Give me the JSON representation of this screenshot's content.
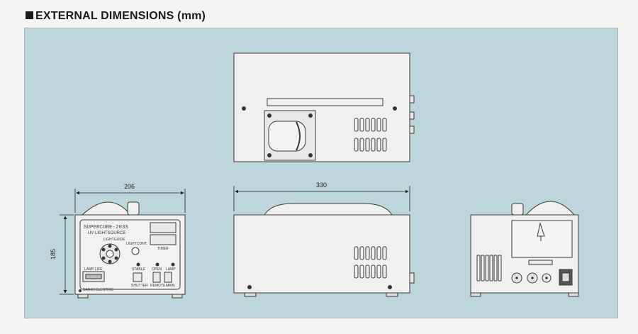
{
  "heading": {
    "square": "■",
    "text": "EXTERNAL DIMENSIONS (mm)"
  },
  "dimensions": {
    "width": "206",
    "height": "185",
    "depth": "330"
  },
  "front_panel": {
    "model": "SUPERCURE-203S",
    "subtitle": "UV LIGHTSOURCE",
    "light_guide": "LIGHTGUIDE",
    "light_cont": "LIGHTCONT.",
    "timer": "TIMER",
    "lamp_life": "LAMP LIFE",
    "stable": "STABLE",
    "shutter": "SHUTTER",
    "open": "OPEN",
    "lamp": "LAMP",
    "remote": "REMOTE",
    "main": "MAIN",
    "maker": "SAN-EI ELECTRIC"
  },
  "colors": {
    "panel": "#bcd6dc",
    "device": "#f0f0ee",
    "line": "#3a3a3a"
  }
}
